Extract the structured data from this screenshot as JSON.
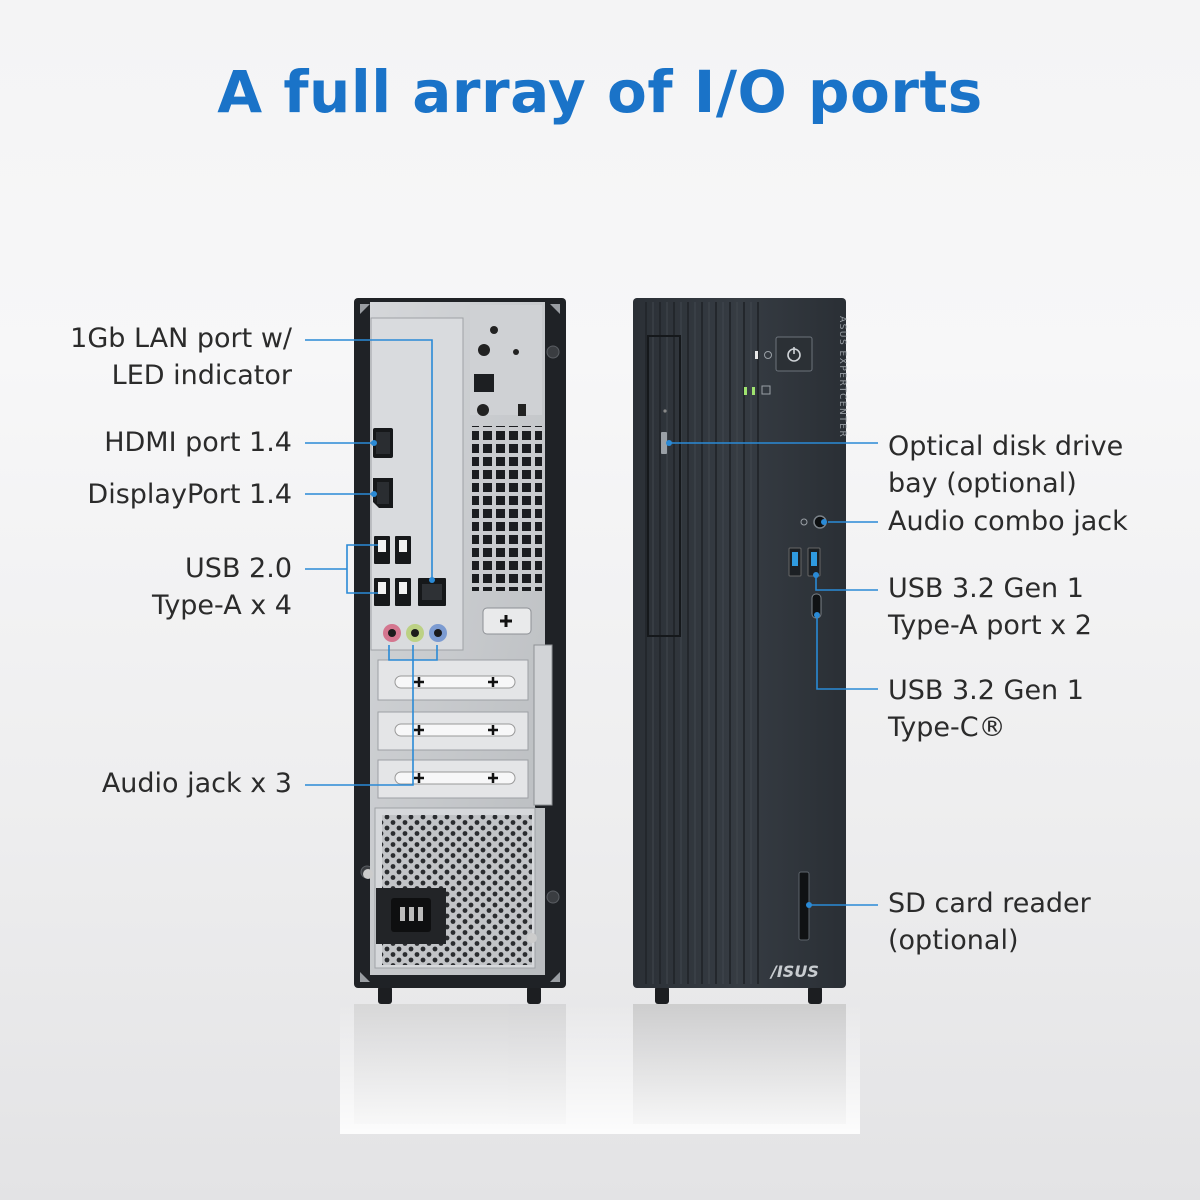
{
  "title": "A full array of I/O ports",
  "rear_callouts": [
    {
      "id": "lan",
      "lines": [
        "1Gb LAN port w/",
        "LED indicator"
      ]
    },
    {
      "id": "hdmi",
      "lines": [
        "HDMI port 1.4"
      ]
    },
    {
      "id": "dp",
      "lines": [
        "DisplayPort 1.4"
      ]
    },
    {
      "id": "usb2",
      "lines": [
        "USB 2.0",
        "Type-A x 4"
      ]
    },
    {
      "id": "audio",
      "lines": [
        "Audio jack x 3"
      ]
    }
  ],
  "front_callouts": [
    {
      "id": "odd",
      "lines": [
        "Optical disk drive",
        "bay (optional)"
      ]
    },
    {
      "id": "combo",
      "lines": [
        "Audio combo jack"
      ]
    },
    {
      "id": "usb3a",
      "lines": [
        "USB 3.2 Gen 1",
        "Type-A port x 2"
      ]
    },
    {
      "id": "usbc",
      "lines": [
        "USB 3.2 Gen 1",
        "Type-C®"
      ]
    },
    {
      "id": "sd",
      "lines": [
        "SD card reader",
        "(optional)"
      ]
    }
  ],
  "brand": {
    "logo": "/ISUS",
    "side_text": "ASUS EXPERTCENTER"
  },
  "colors": {
    "title": "#1a73c8",
    "callout_line": "#2a8ad6",
    "case_dark": "#2e3338",
    "panel_metal": "#c9cbce"
  }
}
